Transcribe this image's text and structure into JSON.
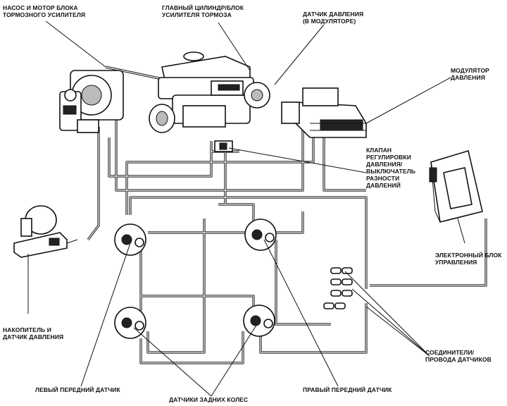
{
  "labels": {
    "pump_motor": "НАСОС И МОТОР БЛОКА\nТОРМОЗНОГО УСИЛИТЕЛЯ",
    "master_cylinder": "ГЛАВНЫЙ ЦИЛИНДР/БЛОК\nУСИЛИТЕЛЯ ТОРМОЗА",
    "pressure_sensor": "ДАТЧИК ДАВЛЕНИЯ\n(В МОДУЛЯТОРЕ)",
    "modulator": "МОДУЛЯТОР\nДАВЛЕНИЯ",
    "valve": "КЛАПАН\nРЕГУЛИРОВКИ\nДАВЛЕНИЯ/\nВЫКЛЮЧАТЕЛЬ\nРАЗНОСТИ\nДАВЛЕНИЙ",
    "ecu": "ЭЛЕКТРОННЫЙ БЛОК\nУПРАВЛЕНИЯ",
    "accumulator": "НАКОПИТЕЛЬ И\nДАТЧИК ДАВЛЕНИЯ",
    "connectors": "СОЕДИНИТЕЛИ/\nПРОВОДА ДАТЧИКОВ",
    "left_front_sensor": "ЛЕВЫЙ ПЕРЕДНИЙ ДАТЧИК",
    "rear_sensors": "ДАТЧИКИ ЗАДНИХ КОЛЕС",
    "right_front_sensor": "ПРАВЫЙ ПЕРЕДНИЙ ДАТЧИК"
  }
}
